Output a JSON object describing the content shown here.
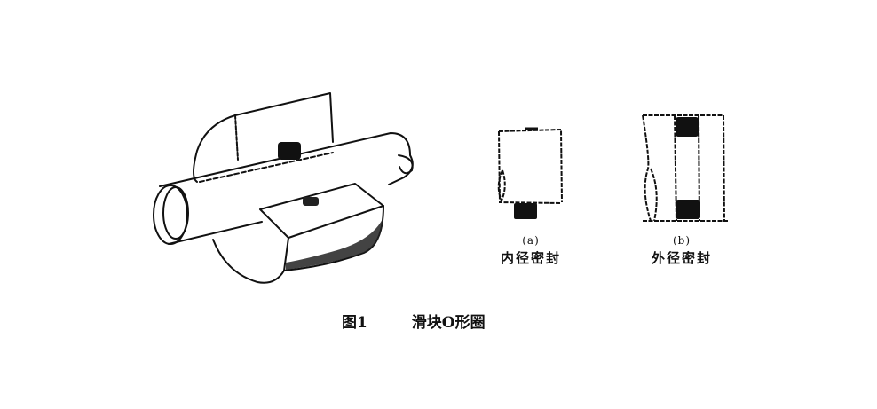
{
  "figure": {
    "number_label": "图1",
    "title": "滑块O形圈",
    "subfigures": [
      {
        "id": "a",
        "tag": "(a)",
        "label": "内径密封"
      },
      {
        "id": "b",
        "tag": "(b)",
        "label": "外径密封"
      }
    ],
    "colors": {
      "ink": "#111111",
      "background": "#ffffff"
    }
  }
}
